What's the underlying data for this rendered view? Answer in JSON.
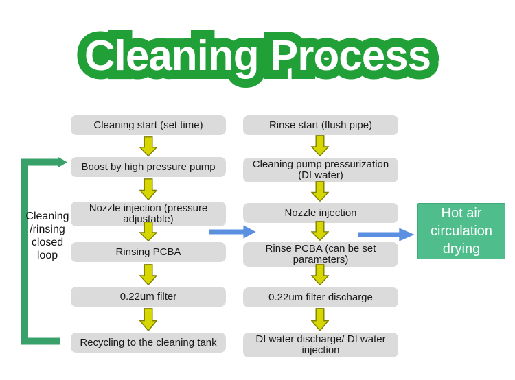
{
  "title": {
    "text": "Cleaning Process"
  },
  "colors": {
    "title_green": "#21A038",
    "box_gray": "#DBDBDB",
    "arrow_yellow": "#D6D600",
    "arrow_yellow_border": "#7F7F00",
    "arrow_blue": "#5B8FE0",
    "loop_green": "#37A169",
    "drying_green": "#4FBE8C"
  },
  "flowchart": {
    "left_column": {
      "steps": [
        {
          "label": "Cleaning start (set time)"
        },
        {
          "label": "Boost by high pressure pump"
        },
        {
          "label": "Nozzle injection (pressure adjustable)"
        },
        {
          "label": "Rinsing PCBA"
        },
        {
          "label": "0.22um filter"
        },
        {
          "label": "Recycling to the cleaning tank"
        }
      ]
    },
    "right_column": {
      "steps": [
        {
          "label": "Rinse start (flush pipe)"
        },
        {
          "label": "Cleaning pump pressurization (DI water)"
        },
        {
          "label": "Nozzle injection"
        },
        {
          "label": "Rinse PCBA (can be set parameters)"
        },
        {
          "label": "0.22um filter discharge"
        },
        {
          "label": "DI water discharge/ DI water injection"
        }
      ]
    },
    "loop_label": {
      "lines": [
        "Cleaning",
        "/rinsing",
        "closed",
        "loop"
      ]
    },
    "drying_box": {
      "label": "Hot air circulation drying"
    }
  }
}
